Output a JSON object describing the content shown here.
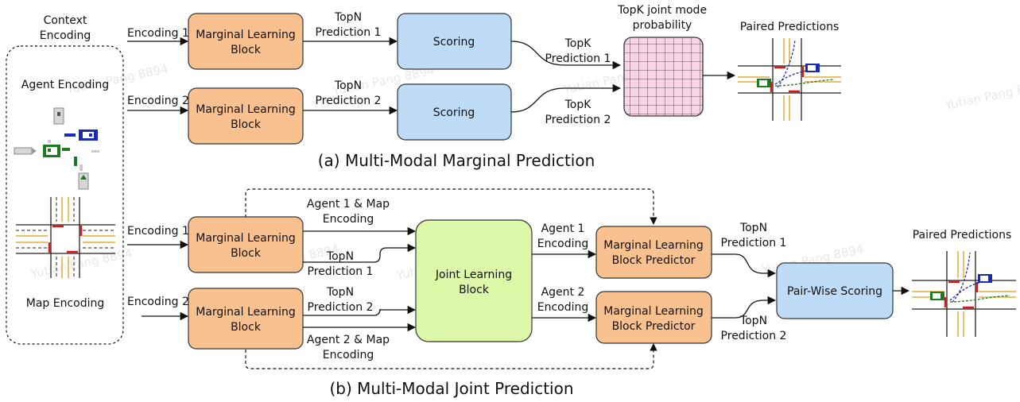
{
  "left_panel": {
    "title_line1": "Context",
    "title_line2": "Encoding",
    "agent_encoding": "Agent Encoding",
    "map_encoding": "Map Encoding"
  },
  "section_a": {
    "encoding1": "Encoding 1",
    "encoding2": "Encoding 2",
    "mlb1_line1": "Marginal Learning",
    "mlb1_line2": "Block",
    "mlb2_line1": "Marginal Learning",
    "mlb2_line2": "Block",
    "topn1_line1": "TopN",
    "topn1_line2": "Prediction 1",
    "topn2_line1": "TopN",
    "topn2_line2": "Prediction 2",
    "scoring1": "Scoring",
    "scoring2": "Scoring",
    "topk1_line1": "TopK",
    "topk1_line2": "Prediction 1",
    "topk2_line1": "TopK",
    "topk2_line2": "Prediction 2",
    "joint_line1": "TopK joint mode",
    "joint_line2": "probability",
    "paired": "Paired Predictions",
    "caption": "(a) Multi-Modal Marginal Prediction"
  },
  "section_b": {
    "encoding1": "Encoding 1",
    "encoding2": "Encoding 2",
    "mlb1_line1": "Marginal Learning",
    "mlb1_line2": "Block",
    "mlb2_line1": "Marginal Learning",
    "mlb2_line2": "Block",
    "agent1map_line1": "Agent 1 & Map",
    "agent1map_line2": "Encoding",
    "agent2map_line1": "Agent 2 & Map",
    "agent2map_line2": "Encoding",
    "topn1_line1": "TopN",
    "topn1_line2": "Prediction 1",
    "topn2_line1": "TopN",
    "topn2_line2": "Prediction 2",
    "jlb_line1": "Joint Learning",
    "jlb_line2": "Block",
    "agent1enc_line1": "Agent 1",
    "agent1enc_line2": "Encoding",
    "agent2enc_line1": "Agent 2",
    "agent2enc_line2": "Encoding",
    "pred1_line1": "Marginal Learning",
    "pred1_line2": "Block Predictor",
    "pred2_line1": "Marginal Learning",
    "pred2_line2": "Block Predictor",
    "out_topn1_line1": "TopN",
    "out_topn1_line2": "Prediction 1",
    "out_topn2_line1": "TopN",
    "out_topn2_line2": "Prediction 2",
    "pairwise": "Pair-Wise Scoring",
    "paired": "Paired Predictions",
    "caption": "(b) Multi-Modal Joint Prediction"
  },
  "watermark": "Yutian Pang 8894",
  "colors": {
    "orange": "#F9C18F",
    "blue": "#BEDCF7",
    "green": "#DDF7A8",
    "pink": "#F9D4E6",
    "road_yellow": "#E8C26A",
    "agent_blue": "#1a2bb8",
    "agent_green": "#1f7a1f",
    "red": "#d41c1c"
  }
}
